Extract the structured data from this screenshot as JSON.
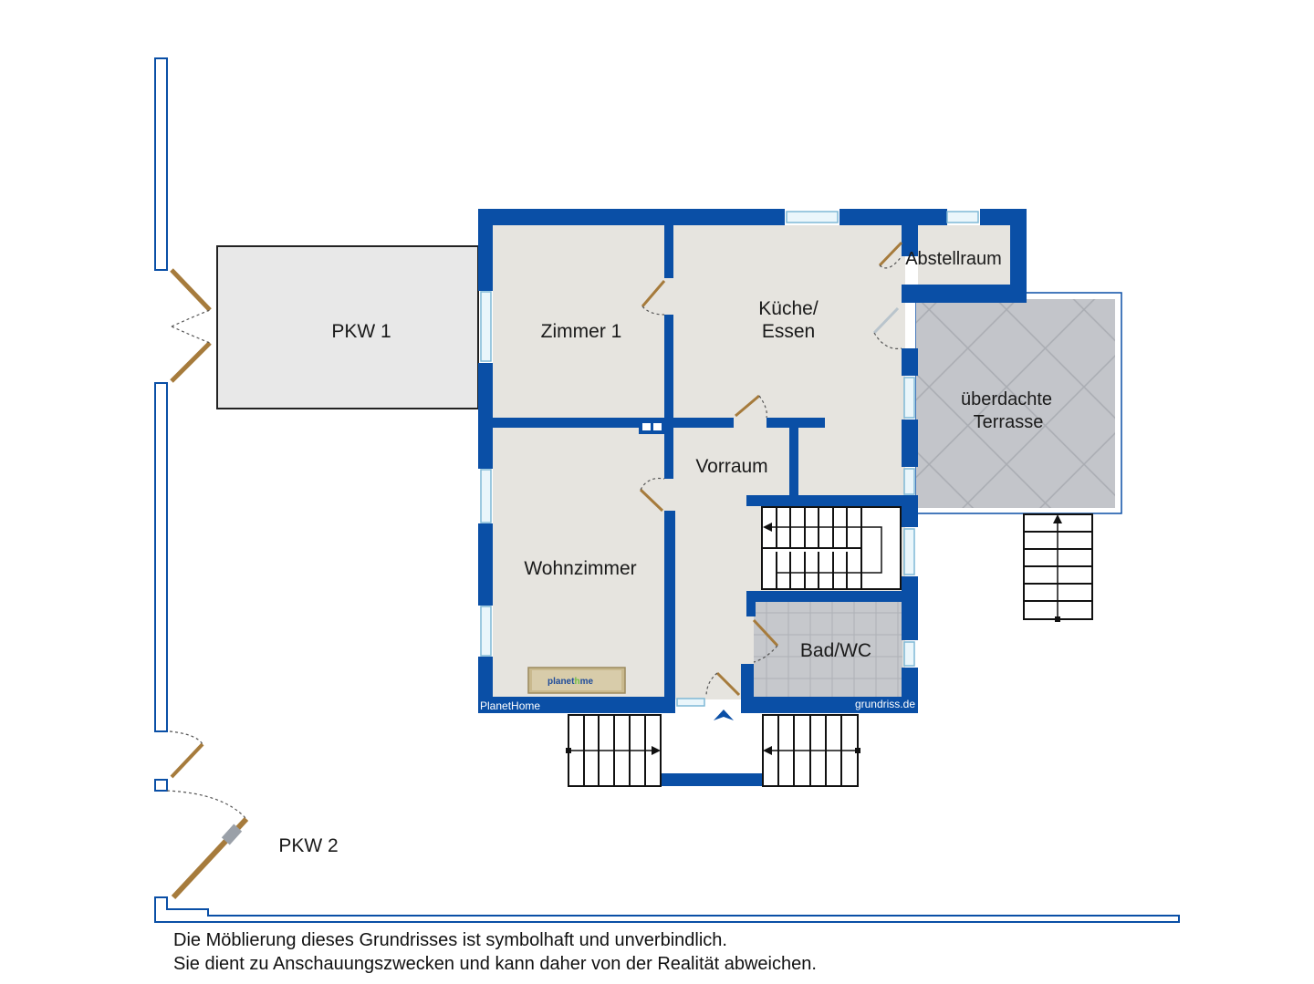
{
  "rooms": {
    "pkw1": "PKW 1",
    "zimmer1": "Zimmer 1",
    "kueche_line1": "Küche/",
    "kueche_line2": "Essen",
    "abstellraum": "Abstellraum",
    "terrasse_line1": "überdachte",
    "terrasse_line2": "Terrasse",
    "vorraum": "Vorraum",
    "wohnzimmer": "Wohnzimmer",
    "bad": "Bad/WC",
    "pkw2": "PKW 2"
  },
  "branding": {
    "left_label": "PlanetHome",
    "right_label": "grundriss.de",
    "logo_text_1": "planet",
    "logo_text_2": "h",
    "logo_text_3": "me"
  },
  "disclaimer": {
    "line1": "Die Möblierung dieses Grundrisses ist symbolhaft und unverbindlich.",
    "line2": "Sie dient zu Anschauungszwecken und kann daher von der Realität abweichen."
  },
  "colors": {
    "wall": "#0a4fa6",
    "floor": "#e6e4df",
    "terrace": "#c0c3c8",
    "garage": "#e8e8e8",
    "door": "#a67b3c"
  }
}
